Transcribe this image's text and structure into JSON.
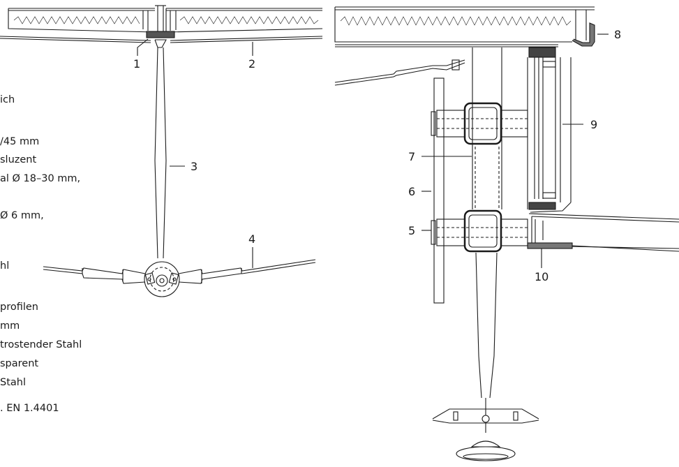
{
  "legend": [
    "ich",
    "/45 mm",
    "sluzent",
    "al Ø 18–30 mm,",
    "Ø 6 mm,",
    "hl",
    "profilen",
    "mm",
    "trostender Stahl",
    "sparent",
    "Stahl",
    ". EN 1.4401"
  ],
  "callouts": {
    "c1": "1",
    "c2": "2",
    "c3": "3",
    "c4": "4",
    "c5": "5",
    "c6": "6",
    "c7": "7",
    "c8": "8",
    "c9": "9",
    "c10": "10"
  }
}
